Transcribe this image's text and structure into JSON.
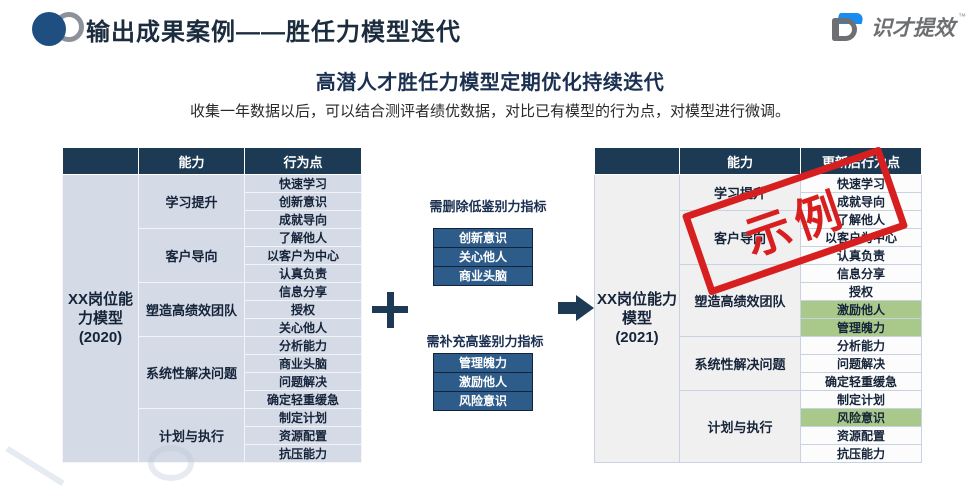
{
  "header": {
    "page_title": "输出成果案例——胜任力模型迭代",
    "logo_icon": "two-circles-logo",
    "brand_text": "识才提效",
    "brand_tm": "™",
    "brand_icon": "d-letter-icon"
  },
  "headline": "高潜人才胜任力模型定期优化持续迭代",
  "subhead": "收集一年数据以后，可以结合测评者绩优数据，对比已有模型的行为点，对模型进行微调。",
  "colors": {
    "header_navy": "#1d3a55",
    "left_cell": "#d4dae6",
    "mid_blue": "#2e5c8a",
    "highlight_green": "#a8c98a",
    "stamp_red": "#d81f1f",
    "brand_blue": "#1a8cf0",
    "brand_gray": "#6d6f73"
  },
  "table_2020": {
    "model_name": "XX岗位能力模型\n(2020)",
    "headers": [
      "",
      "能力",
      "行为点"
    ],
    "groups": [
      {
        "ability": "学习提升",
        "behaviors": [
          {
            "text": "快速学习",
            "highlight": false
          },
          {
            "text": "创新意识",
            "highlight": false
          },
          {
            "text": "成就导向",
            "highlight": false
          }
        ]
      },
      {
        "ability": "客户导向",
        "behaviors": [
          {
            "text": "了解他人",
            "highlight": false
          },
          {
            "text": "以客户为中心",
            "highlight": false
          },
          {
            "text": "认真负责",
            "highlight": false
          }
        ]
      },
      {
        "ability": "塑造高绩效团队",
        "behaviors": [
          {
            "text": "信息分享",
            "highlight": false
          },
          {
            "text": "授权",
            "highlight": false
          },
          {
            "text": "关心他人",
            "highlight": false
          }
        ]
      },
      {
        "ability": "系统性解决问题",
        "behaviors": [
          {
            "text": "分析能力",
            "highlight": false
          },
          {
            "text": "商业头脑",
            "highlight": false
          },
          {
            "text": "问题解决",
            "highlight": false
          },
          {
            "text": "确定轻重缓急",
            "highlight": false
          }
        ]
      },
      {
        "ability": "计划与执行",
        "behaviors": [
          {
            "text": "制定计划",
            "highlight": false
          },
          {
            "text": "资源配置",
            "highlight": false
          },
          {
            "text": "抗压能力",
            "highlight": false
          }
        ]
      }
    ]
  },
  "middle": {
    "remove": {
      "label": "需删除低鉴别力指标",
      "items": [
        "创新意识",
        "关心他人",
        "商业头脑"
      ]
    },
    "add": {
      "label": "需补充高鉴别力指标",
      "items": [
        "管理魄力",
        "激励他人",
        "风险意识"
      ]
    },
    "plus_icon": "plus-icon",
    "arrow_icon": "right-arrow-icon"
  },
  "table_2021": {
    "model_name": "XX岗位能力模型\n(2021)",
    "headers": [
      "",
      "能力",
      "更新后行为点"
    ],
    "groups": [
      {
        "ability": "学习提升",
        "behaviors": [
          {
            "text": "快速学习",
            "highlight": false
          },
          {
            "text": "成就导向",
            "highlight": false
          }
        ]
      },
      {
        "ability": "客户导向",
        "behaviors": [
          {
            "text": "了解他人",
            "highlight": false
          },
          {
            "text": "以客户为中心",
            "highlight": false
          },
          {
            "text": "认真负责",
            "highlight": false
          }
        ]
      },
      {
        "ability": "塑造高绩效团队",
        "behaviors": [
          {
            "text": "信息分享",
            "highlight": false
          },
          {
            "text": "授权",
            "highlight": false
          },
          {
            "text": "激励他人",
            "highlight": true
          },
          {
            "text": "管理魄力",
            "highlight": true
          }
        ]
      },
      {
        "ability": "系统性解决问题",
        "behaviors": [
          {
            "text": "分析能力",
            "highlight": false
          },
          {
            "text": "问题解决",
            "highlight": false
          },
          {
            "text": "确定轻重缓急",
            "highlight": false
          }
        ]
      },
      {
        "ability": "计划与执行",
        "behaviors": [
          {
            "text": "制定计划",
            "highlight": false
          },
          {
            "text": "风险意识",
            "highlight": true
          },
          {
            "text": "资源配置",
            "highlight": false
          },
          {
            "text": "抗压能力",
            "highlight": false
          }
        ]
      }
    ]
  },
  "stamp": {
    "text": "示例",
    "icon": "example-stamp"
  },
  "watermark": {
    "icon": "faint-circle-watermark"
  }
}
